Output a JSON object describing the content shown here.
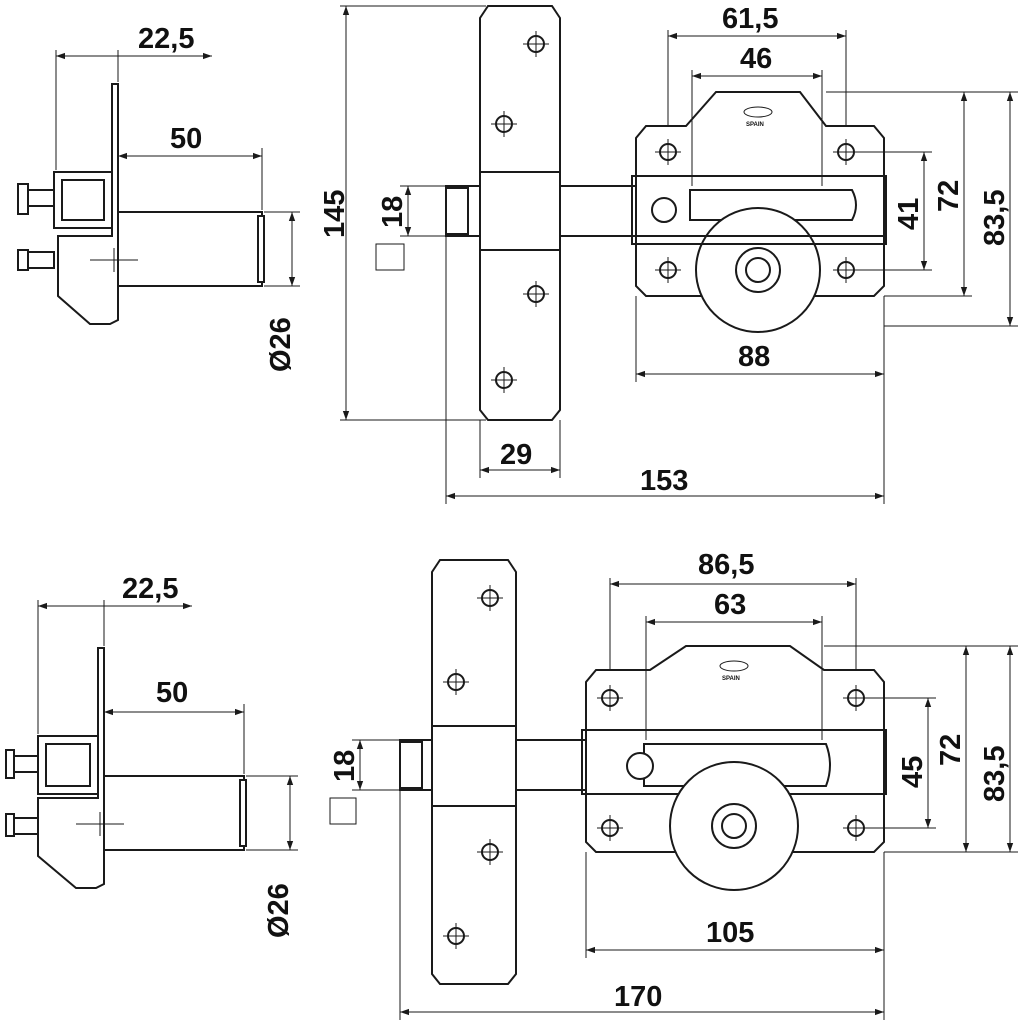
{
  "drawing_top": {
    "side_view": {
      "plate_offset": "22,5",
      "cylinder_length": "50",
      "cylinder_diameter": "Ø26"
    },
    "front_view": {
      "height": "145",
      "bolt_square": "18",
      "plate_width": "29",
      "overall_length": "153",
      "hole_spacing_outer": "61,5",
      "hole_spacing_inner": "46",
      "body_width": "88",
      "slot_height": "41",
      "hole_spacing_vertical": "72",
      "body_height": "83,5",
      "brand_text": "SPAIN"
    }
  },
  "drawing_bottom": {
    "side_view": {
      "plate_offset": "22,5",
      "cylinder_length": "50",
      "cylinder_diameter": "Ø26"
    },
    "front_view": {
      "bolt_square": "18",
      "overall_length": "170",
      "hole_spacing_outer": "86,5",
      "hole_spacing_inner": "63",
      "body_width": "105",
      "slot_height": "45",
      "hole_spacing_vertical": "72",
      "body_height": "83,5",
      "brand_text": "SPAIN"
    }
  },
  "icons": [
    "brand-logo-icon",
    "mounting-hole-icon",
    "bolt-square-icon",
    "cylinder-icon"
  ]
}
